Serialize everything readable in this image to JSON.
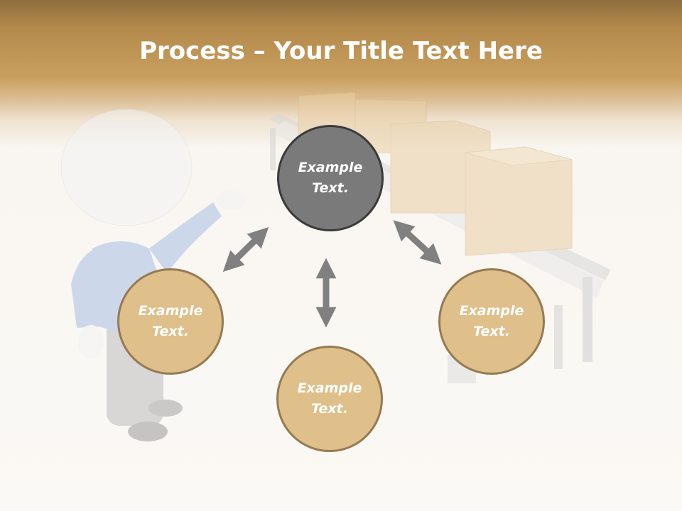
{
  "title": {
    "strong": "Process",
    "dash": " – ",
    "rest": "Your Title Text Here"
  },
  "nodes": [
    {
      "line1": "Example",
      "line2": "Text."
    },
    {
      "line1": "Example",
      "line2": "Text."
    },
    {
      "line1": "Example",
      "line2": "Text."
    },
    {
      "line1": "Example",
      "line2": "Text."
    }
  ],
  "colors": {
    "header": "#b48a4c",
    "node_fill": "#dfbf8a",
    "node_border": "#957a52",
    "center_fill": "#7a7a7a",
    "arrow": "#808080"
  }
}
